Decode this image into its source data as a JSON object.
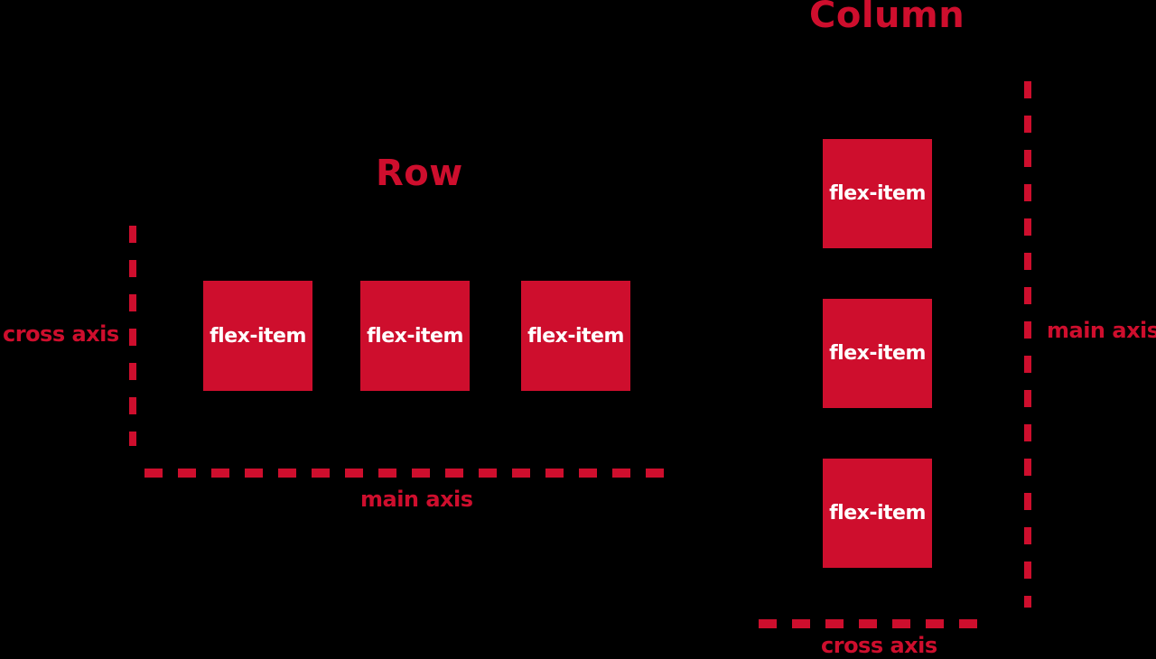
{
  "diagram": {
    "background": "#000000",
    "accent": "#ce0e2d",
    "item_text_color": "#ffffff",
    "row": {
      "title": "Row",
      "items": [
        "flex-item",
        "flex-item",
        "flex-item"
      ],
      "main_axis_label": "main axis",
      "cross_axis_label": "cross axis"
    },
    "column": {
      "title": "Column",
      "items": [
        "flex-item",
        "flex-item",
        "flex-item"
      ],
      "main_axis_label": "main axis",
      "cross_axis_label": "cross axis"
    }
  }
}
